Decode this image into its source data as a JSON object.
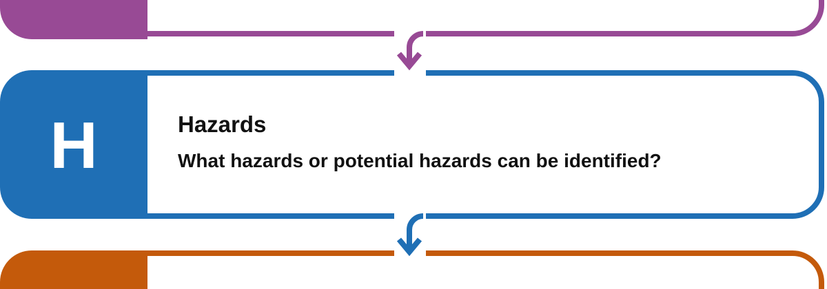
{
  "steps": [
    {
      "letter": "",
      "title": "",
      "question": "",
      "color": "#984a95"
    },
    {
      "letter": "H",
      "title": "Hazards",
      "question": "What hazards or potential hazards can be identified?",
      "color": "#1f6fb5"
    },
    {
      "letter": "",
      "title": "",
      "question": "",
      "color": "#c45a0b"
    }
  ]
}
